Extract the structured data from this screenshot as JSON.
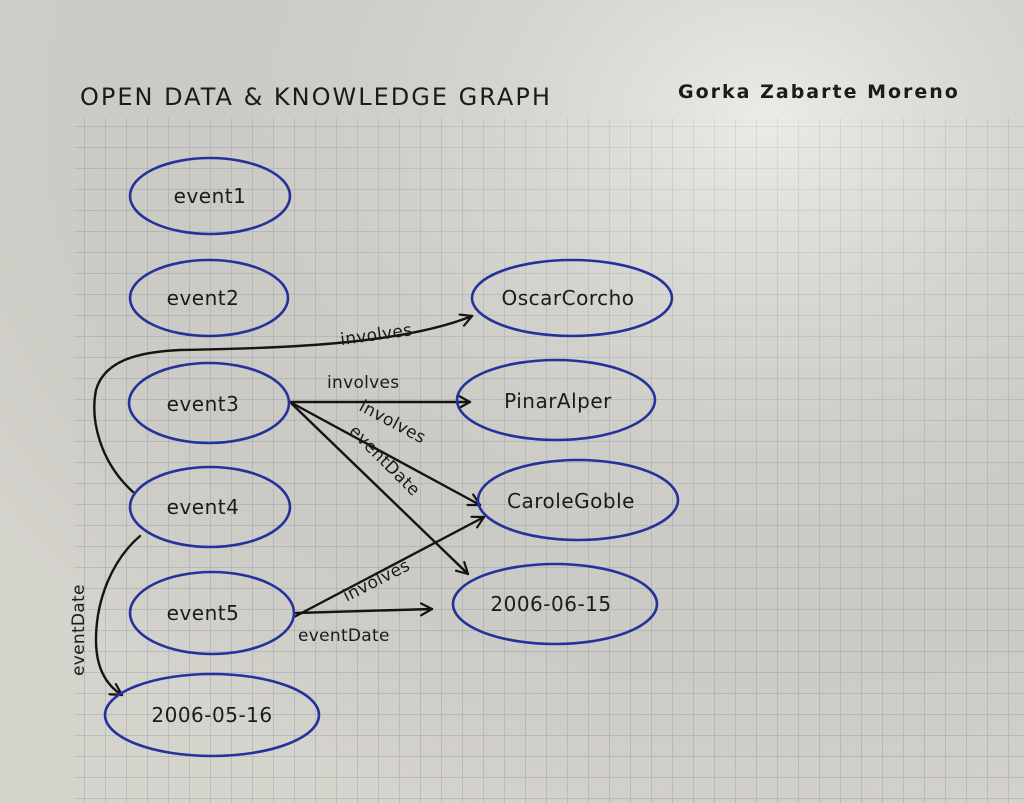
{
  "header": {
    "title": "OPEN DATA & KNOWLEDGE GRAPH",
    "author": "Gorka Zabarte Moreno"
  },
  "nodes": [
    {
      "id": "event1",
      "label": "event1"
    },
    {
      "id": "event2",
      "label": "event2"
    },
    {
      "id": "event3",
      "label": "event3"
    },
    {
      "id": "event4",
      "label": "event4"
    },
    {
      "id": "event5",
      "label": "event5"
    },
    {
      "id": "date1",
      "label": "2006-05-16"
    },
    {
      "id": "oscar",
      "label": "OscarCorcho"
    },
    {
      "id": "pinar",
      "label": "PinarAlper"
    },
    {
      "id": "carole",
      "label": "CaroleGoble"
    },
    {
      "id": "date2",
      "label": "2006-06-15"
    }
  ],
  "edges": [
    {
      "id": "e4-oscar",
      "label": "involves",
      "from": "event4",
      "to": "oscar"
    },
    {
      "id": "e3-pinar",
      "label": "involves",
      "from": "event3",
      "to": "pinar"
    },
    {
      "id": "e3-carole",
      "label": "involves",
      "from": "event3",
      "to": "carole"
    },
    {
      "id": "e3-date2",
      "label": "eventDate",
      "from": "event3",
      "to": "date2"
    },
    {
      "id": "e5-carole",
      "label": "involves",
      "from": "event5",
      "to": "carole"
    },
    {
      "id": "e5-date2",
      "label": "eventDate",
      "from": "event5",
      "to": "date2"
    },
    {
      "id": "e4-date1",
      "label": "eventDate",
      "from": "event4",
      "to": "date1"
    }
  ],
  "colors": {
    "paper": "#dcdad3",
    "grid": "#a9b1c4",
    "ink": "#1b1b1b",
    "node_outline": "#25329a"
  }
}
